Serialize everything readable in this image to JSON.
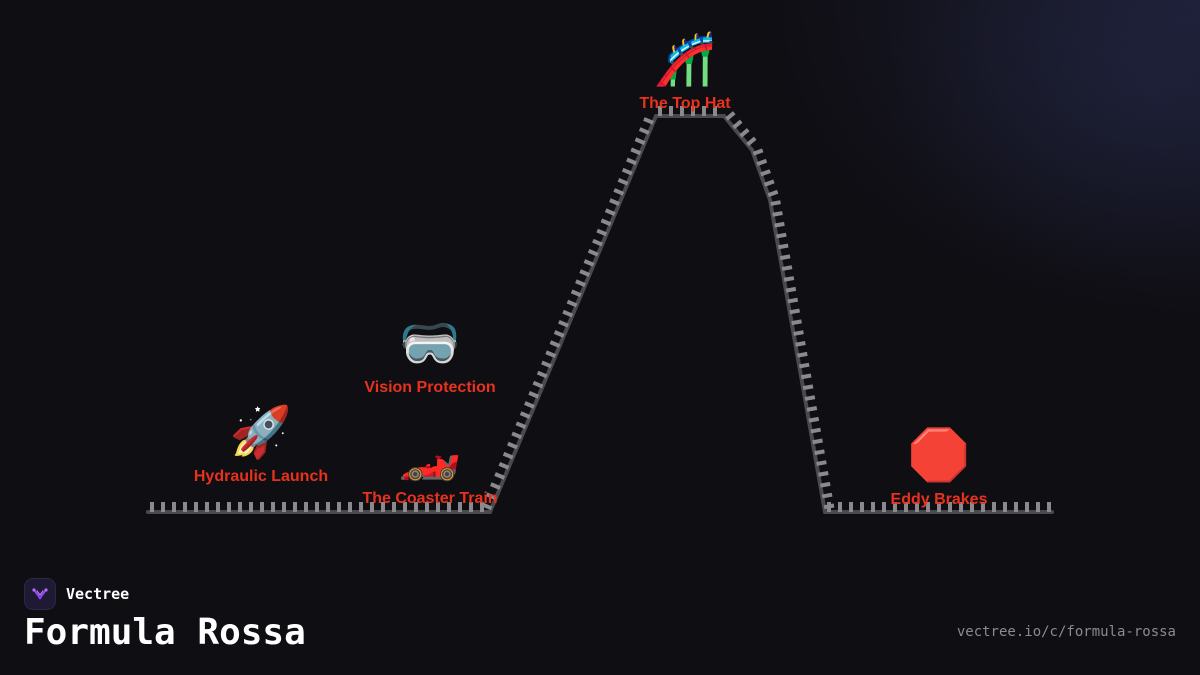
{
  "brand": {
    "name": "Vectree"
  },
  "title": "Formula Rossa",
  "url": "vectree.io/c/formula-rossa",
  "colors": {
    "background": "#0f0e13",
    "label": "#e8321e",
    "track": "#4a4a4e",
    "tie": "#8a8a8e"
  },
  "nodes": [
    {
      "id": "hydraulic-launch",
      "label": "Hydraulic Launch",
      "emoji": "🚀",
      "icon": "rocket-icon"
    },
    {
      "id": "coaster-train",
      "label": "The Coaster Train",
      "emoji": "🏎️",
      "icon": "race-car-icon"
    },
    {
      "id": "vision-protection",
      "label": "Vision Protection",
      "emoji": "🥽",
      "icon": "goggles-icon"
    },
    {
      "id": "top-hat",
      "label": "The Top Hat",
      "emoji": "🎢",
      "icon": "roller-coaster-icon"
    },
    {
      "id": "eddy-brakes",
      "label": "Eddy Brakes",
      "emoji": "🛑",
      "icon": "stop-sign-icon"
    }
  ]
}
